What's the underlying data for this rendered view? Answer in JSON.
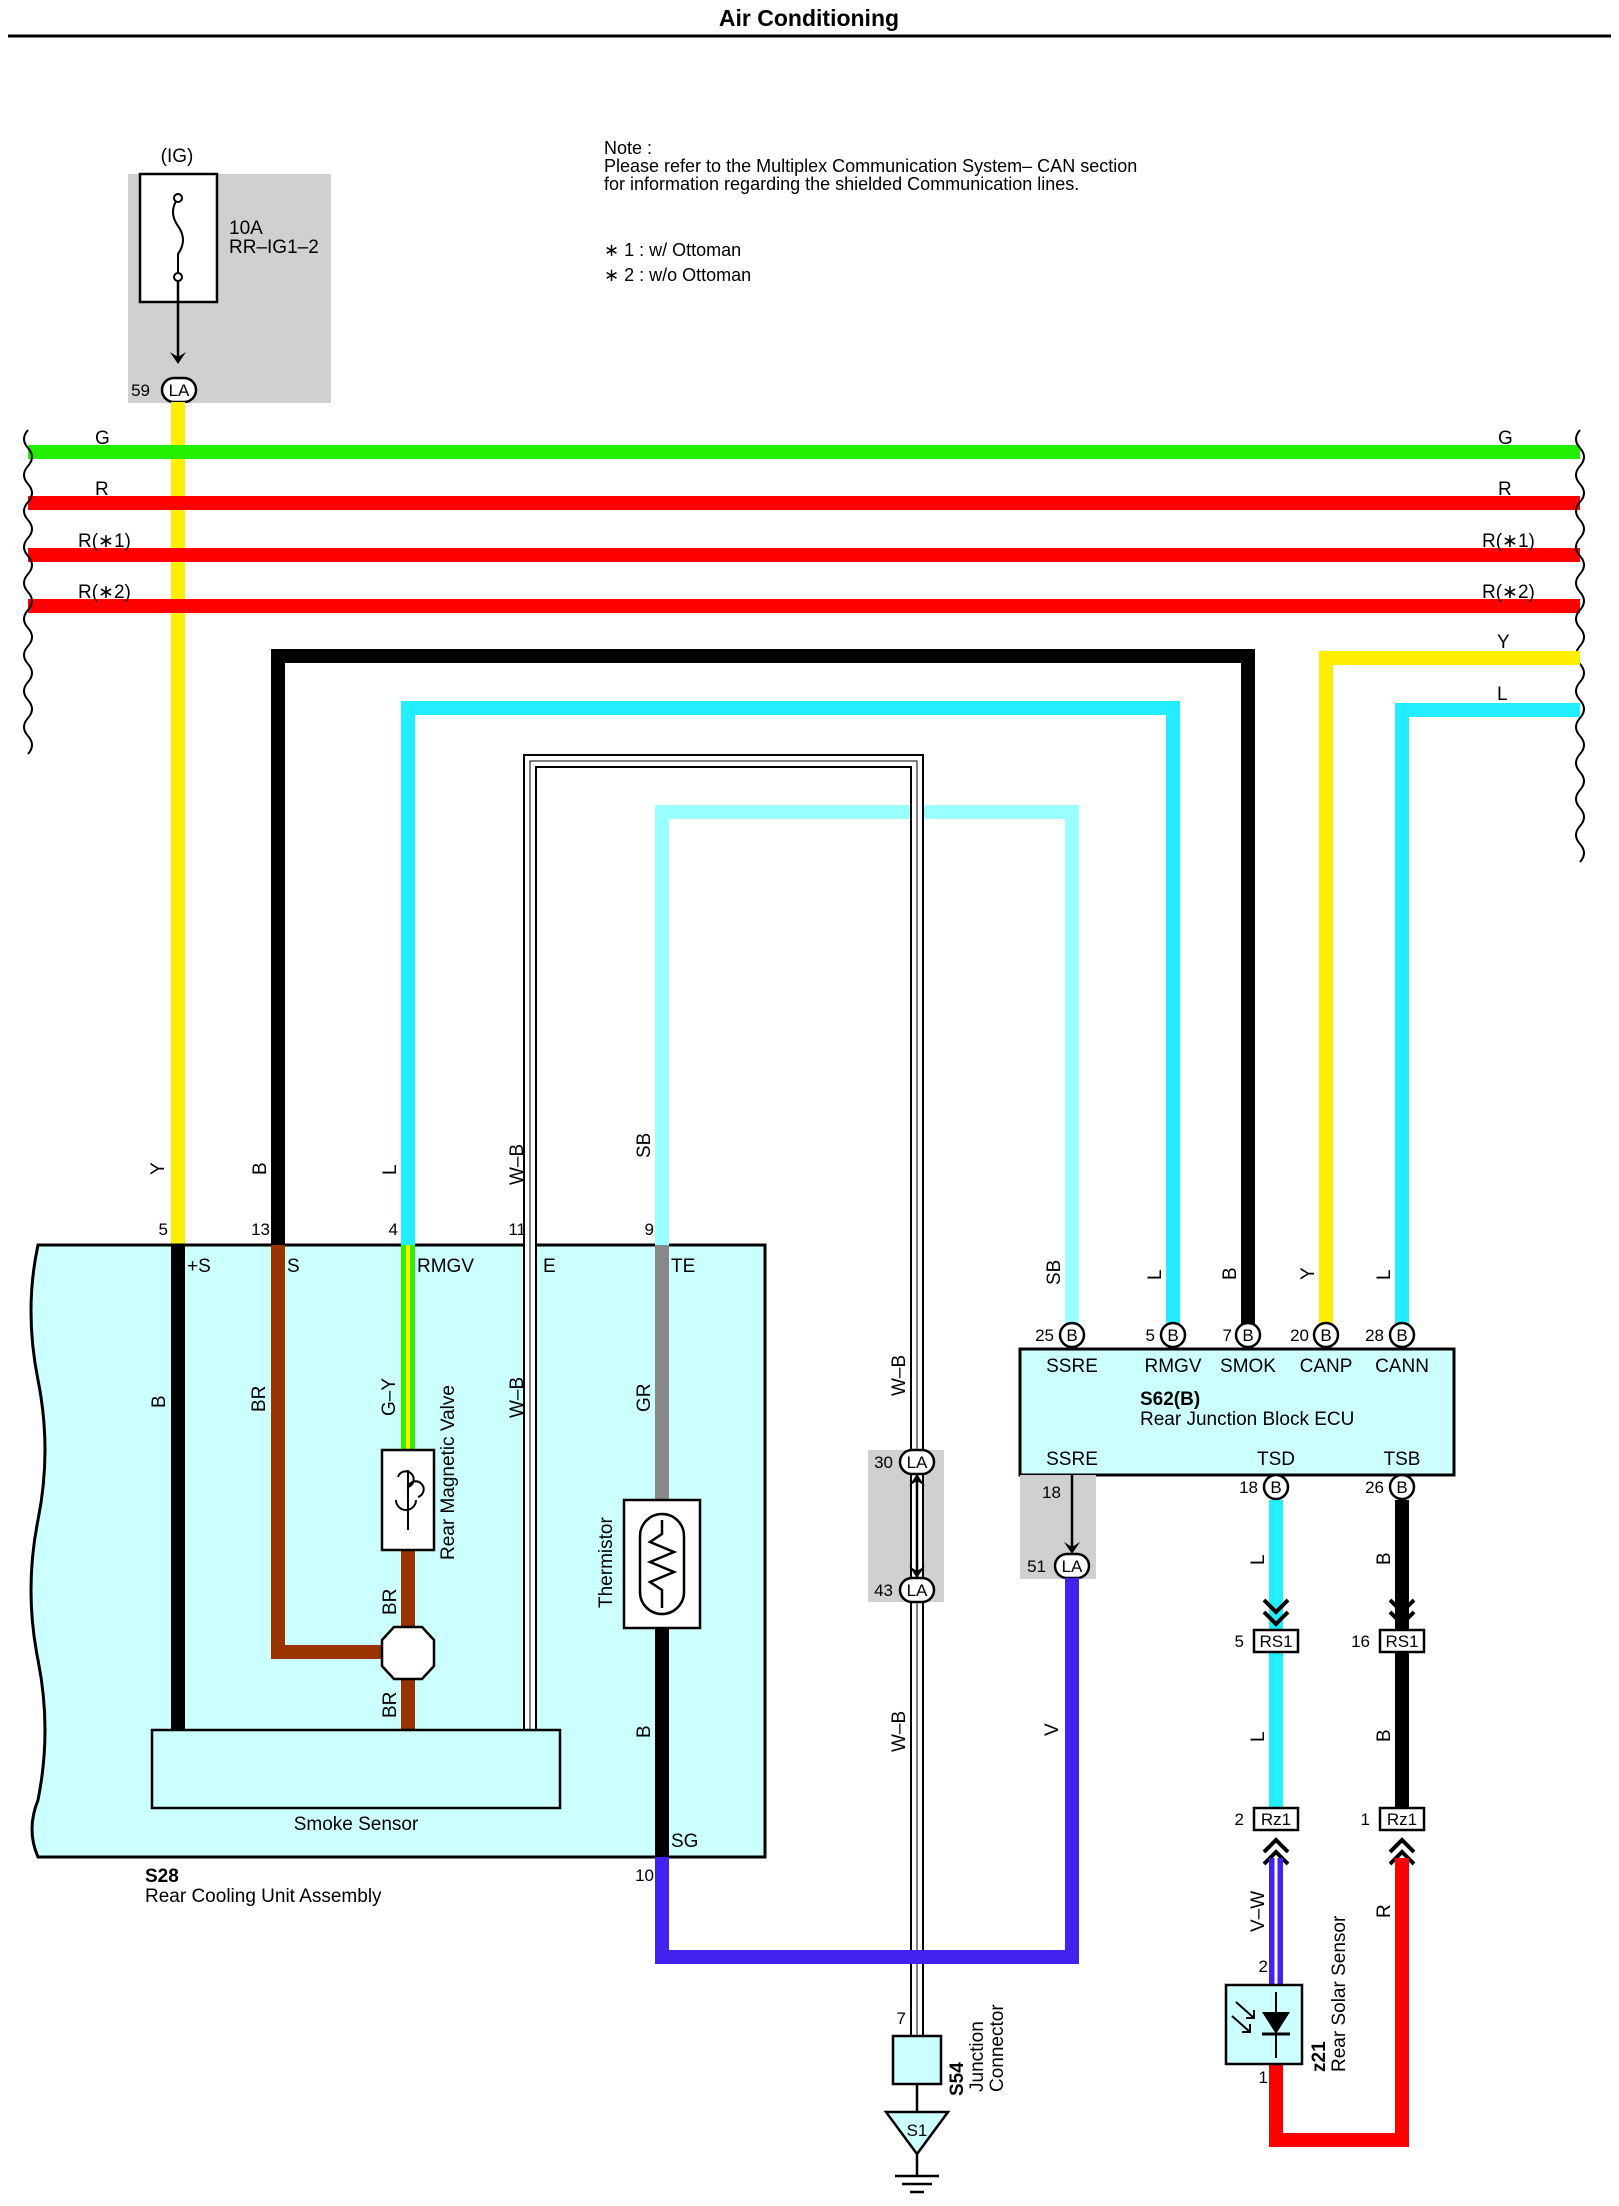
{
  "header": {
    "title": "Air Conditioning"
  },
  "note": {
    "heading": "Note :",
    "line1": "Please refer to the Multiplex Communication System– CAN section",
    "line2": "for information regarding the shielded Communication lines.",
    "footnote1": "∗ 1 : w/ Ottoman",
    "footnote2": "∗ 2 : w/o Ottoman"
  },
  "fuse": {
    "source": "(IG)",
    "rating": "10A",
    "name": "RR–IG1–2",
    "pin": "59",
    "connector": "LA"
  },
  "bus_lines": [
    {
      "left": "G",
      "right": "G",
      "color": "#22ee00"
    },
    {
      "left": "R",
      "right": "R",
      "color": "#ff0000"
    },
    {
      "left": "R(∗1)",
      "right": "R(∗1)",
      "color": "#ff0000"
    },
    {
      "left": "R(∗2)",
      "right": "R(∗2)",
      "color": "#ff0000"
    }
  ],
  "right_feeds": {
    "y_label": "Y",
    "l_label": "L"
  },
  "cooling_unit": {
    "code": "S28",
    "name": "Rear Cooling Unit Assembly",
    "pins": [
      "5",
      "13",
      "4",
      "11",
      "9",
      "10"
    ],
    "terminals": [
      "+S",
      "S",
      "RMGV",
      "E",
      "TE",
      "SG"
    ],
    "wire_labels": {
      "y": "Y",
      "b": "B",
      "l": "L",
      "wb": "W–B",
      "sb": "SB"
    },
    "inner_labels": {
      "b": "B",
      "br": "BR",
      "gy": "G–Y",
      "wb": "W–B",
      "gr": "GR",
      "br2": "BR",
      "br3": "BR",
      "b2": "B"
    },
    "valve": "Rear Magnetic Valve",
    "thermistor": "Thermistor",
    "smoke_sensor": "Smoke Sensor"
  },
  "ecu": {
    "code": "S62(B)",
    "name": "Rear Junction Block ECU",
    "top_pins": [
      {
        "pin": "25",
        "term": "SSRE",
        "wire": "SB"
      },
      {
        "pin": "5",
        "term": "RMGV",
        "wire": "L"
      },
      {
        "pin": "7",
        "term": "SMOK",
        "wire": "B"
      },
      {
        "pin": "20",
        "term": "CANP",
        "wire": "Y"
      },
      {
        "pin": "28",
        "term": "CANN",
        "wire": "L"
      }
    ],
    "connector": "B",
    "bottom_terms": [
      "SSRE",
      "TSD",
      "TSB"
    ],
    "bottom_pins": [
      "18",
      "18",
      "26"
    ]
  },
  "junction": {
    "pins": [
      "30",
      "43",
      "51"
    ],
    "connector": "LA",
    "wire_labels": [
      "W–B",
      "W–B",
      "V"
    ],
    "s54_code": "S54",
    "s54_name_1": "Junction",
    "s54_name_2": "Connector",
    "s54_pin": "7",
    "ground": "S1"
  },
  "sensor_path": {
    "rs1_pins": [
      "5",
      "16"
    ],
    "rs1": "RS1",
    "rz1_pins": [
      "2",
      "1"
    ],
    "rz1": "Rz1",
    "labels": {
      "l1": "L",
      "b1": "B",
      "l2": "L",
      "b2": "B",
      "vw": "V–W",
      "r": "R"
    },
    "z21_code": "z21",
    "z21_name": "Rear Solar Sensor",
    "z21_pin_top": "2",
    "z21_pin_bottom": "1"
  },
  "colors": {
    "yellow": "#ffee00",
    "black": "#000000",
    "cyan": "#22eeff",
    "sky": "#99ffff",
    "brown": "#993300",
    "gray": "#888888",
    "violet": "#4422ee",
    "red": "#ff0000",
    "green": "#22ee00",
    "panel": "#ccffff",
    "shade": "#d0d0d0"
  }
}
